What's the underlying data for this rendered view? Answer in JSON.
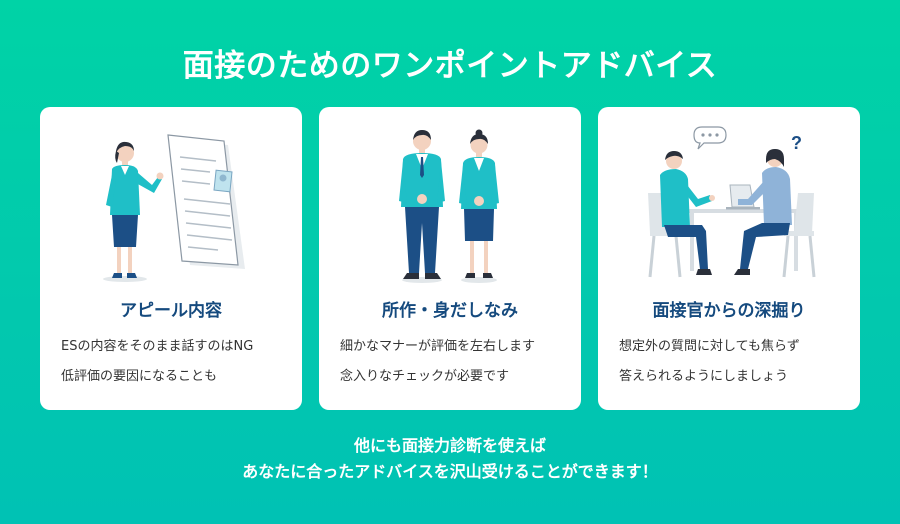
{
  "title": "面接のためのワンポイントアドバイス",
  "cards": [
    {
      "title": "アピール内容",
      "lines": [
        "ESの内容をそのまま話すのはNG",
        "低評価の要因になることも"
      ],
      "illustration": "presenter-with-document-icon"
    },
    {
      "title": "所作・身だしなみ",
      "lines": [
        "細かなマナーが評価を左右します",
        "念入りなチェックが必要です"
      ],
      "illustration": "business-attire-pair-icon"
    },
    {
      "title": "面接官からの深掘り",
      "lines": [
        "想定外の質問に対しても焦らず",
        "答えられるようにしましょう"
      ],
      "illustration": "interview-table-icon"
    }
  ],
  "footer": {
    "line1": "他にも面接力診断を使えば",
    "line2": "あなたに合ったアドバイスを沢山受けることができます！"
  },
  "colors": {
    "background_top": "#00d3a6",
    "background_bottom": "#00c2b4",
    "card": "#ffffff",
    "card_title": "#154a7e",
    "accent_teal": "#1fbfc7",
    "navy": "#1c4f86"
  }
}
